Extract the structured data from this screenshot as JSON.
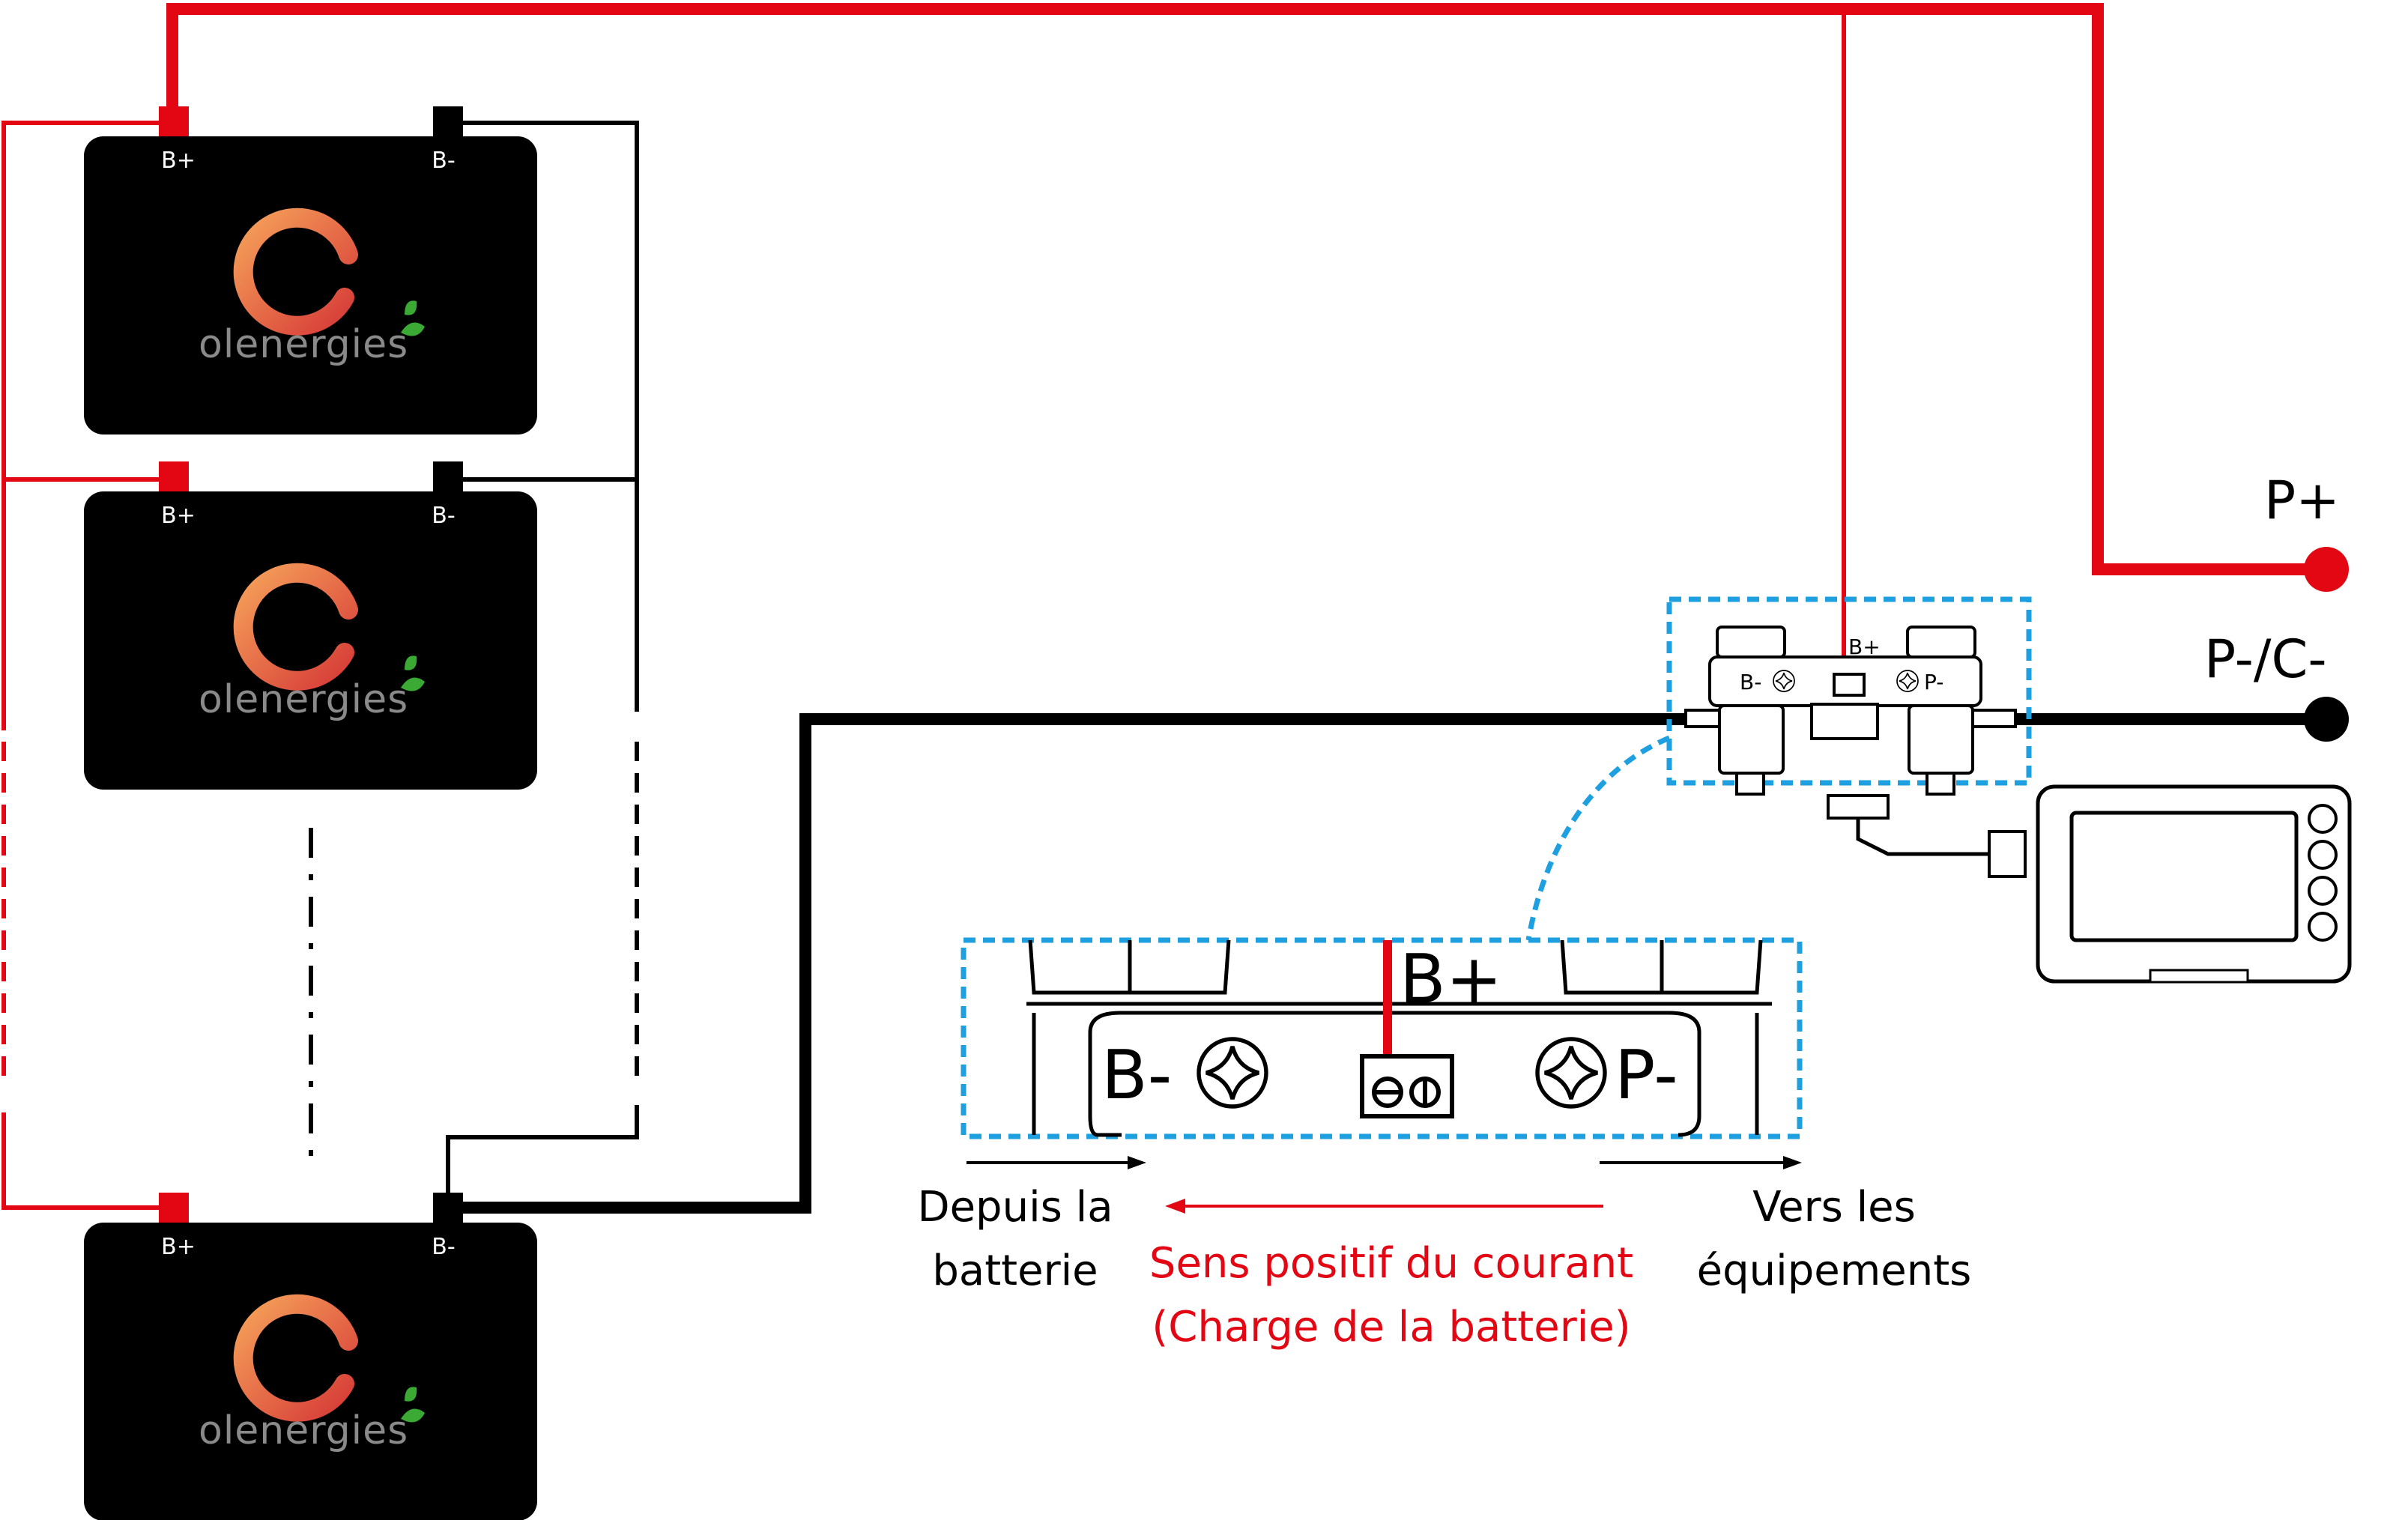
{
  "colors": {
    "positive": "#e30613",
    "negative": "#000000",
    "zoom_frame": "#1e9fe0",
    "battery_body": "#000000",
    "logo_gradient_start": "#f28a4c",
    "logo_gradient_end": "#d8403a",
    "leaf": "#3aaa35"
  },
  "batteries": [
    {
      "pos_label": "B+",
      "neg_label": "B-",
      "brand": "olenergies"
    },
    {
      "pos_label": "B+",
      "neg_label": "B-",
      "brand": "olenergies"
    },
    {
      "pos_label": "B+",
      "neg_label": "B-",
      "brand": "olenergies"
    }
  ],
  "outputs": {
    "positive": "P+",
    "negative": "P-/C-"
  },
  "shunt_small": {
    "b_plus": "B+",
    "b_minus": "B-",
    "p_minus": "P-"
  },
  "shunt_zoom": {
    "b_plus": "B+",
    "b_minus": "B-",
    "p_minus": "P-"
  },
  "captions": {
    "from_battery_1": "Depuis la",
    "from_battery_2": "batterie",
    "to_equipment_1": "Vers les",
    "to_equipment_2": "équipements",
    "current_1": "Sens positif du courant",
    "current_2": "(Charge de la batterie)"
  },
  "icons": {
    "logo": "power-logo-icon",
    "leaf": "leaf-icon",
    "terminal_screw": "screw-icon",
    "monitor": "battery-monitor-display-icon"
  }
}
